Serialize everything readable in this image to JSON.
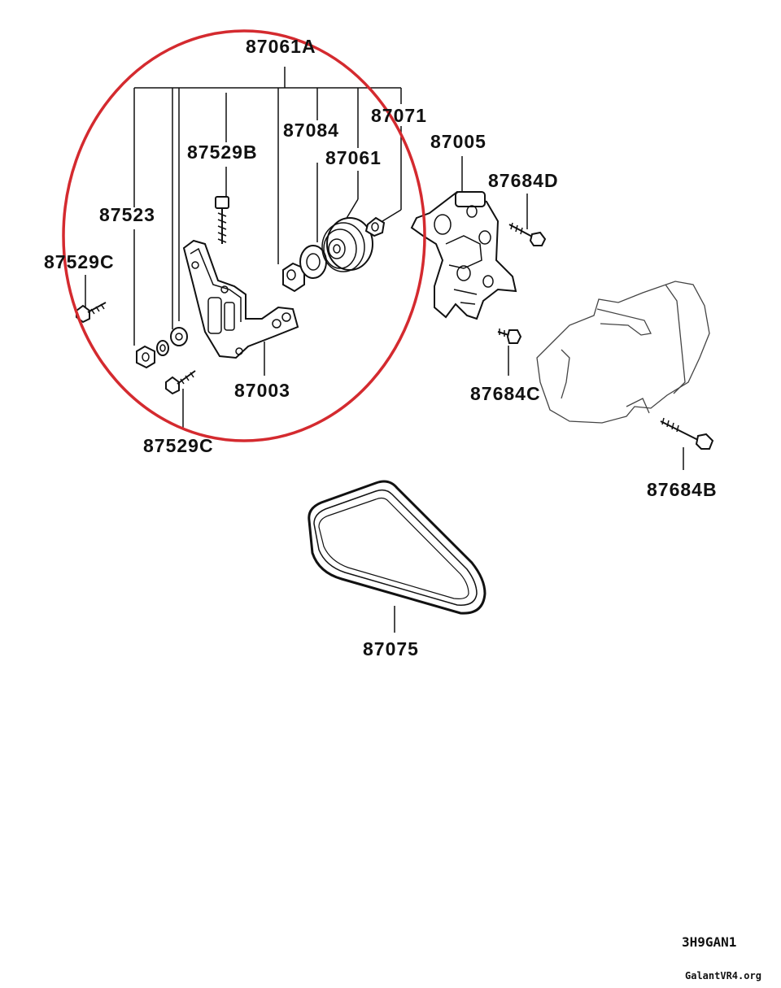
{
  "labels": {
    "p87061A": "87061A",
    "p87071": "87071",
    "p87084": "87084",
    "p87005": "87005",
    "p87529B": "87529B",
    "p87061": "87061",
    "p87684D": "87684D",
    "p87523": "87523",
    "p87529C_left": "87529C",
    "p87003": "87003",
    "p87684C": "87684C",
    "p87529C_bottom": "87529C",
    "p87684B": "87684B",
    "p87075": "87075"
  },
  "diagram_code": "3H9GAN1",
  "watermark": "GalantVR4.org",
  "highlight_color": "#d42a2f"
}
